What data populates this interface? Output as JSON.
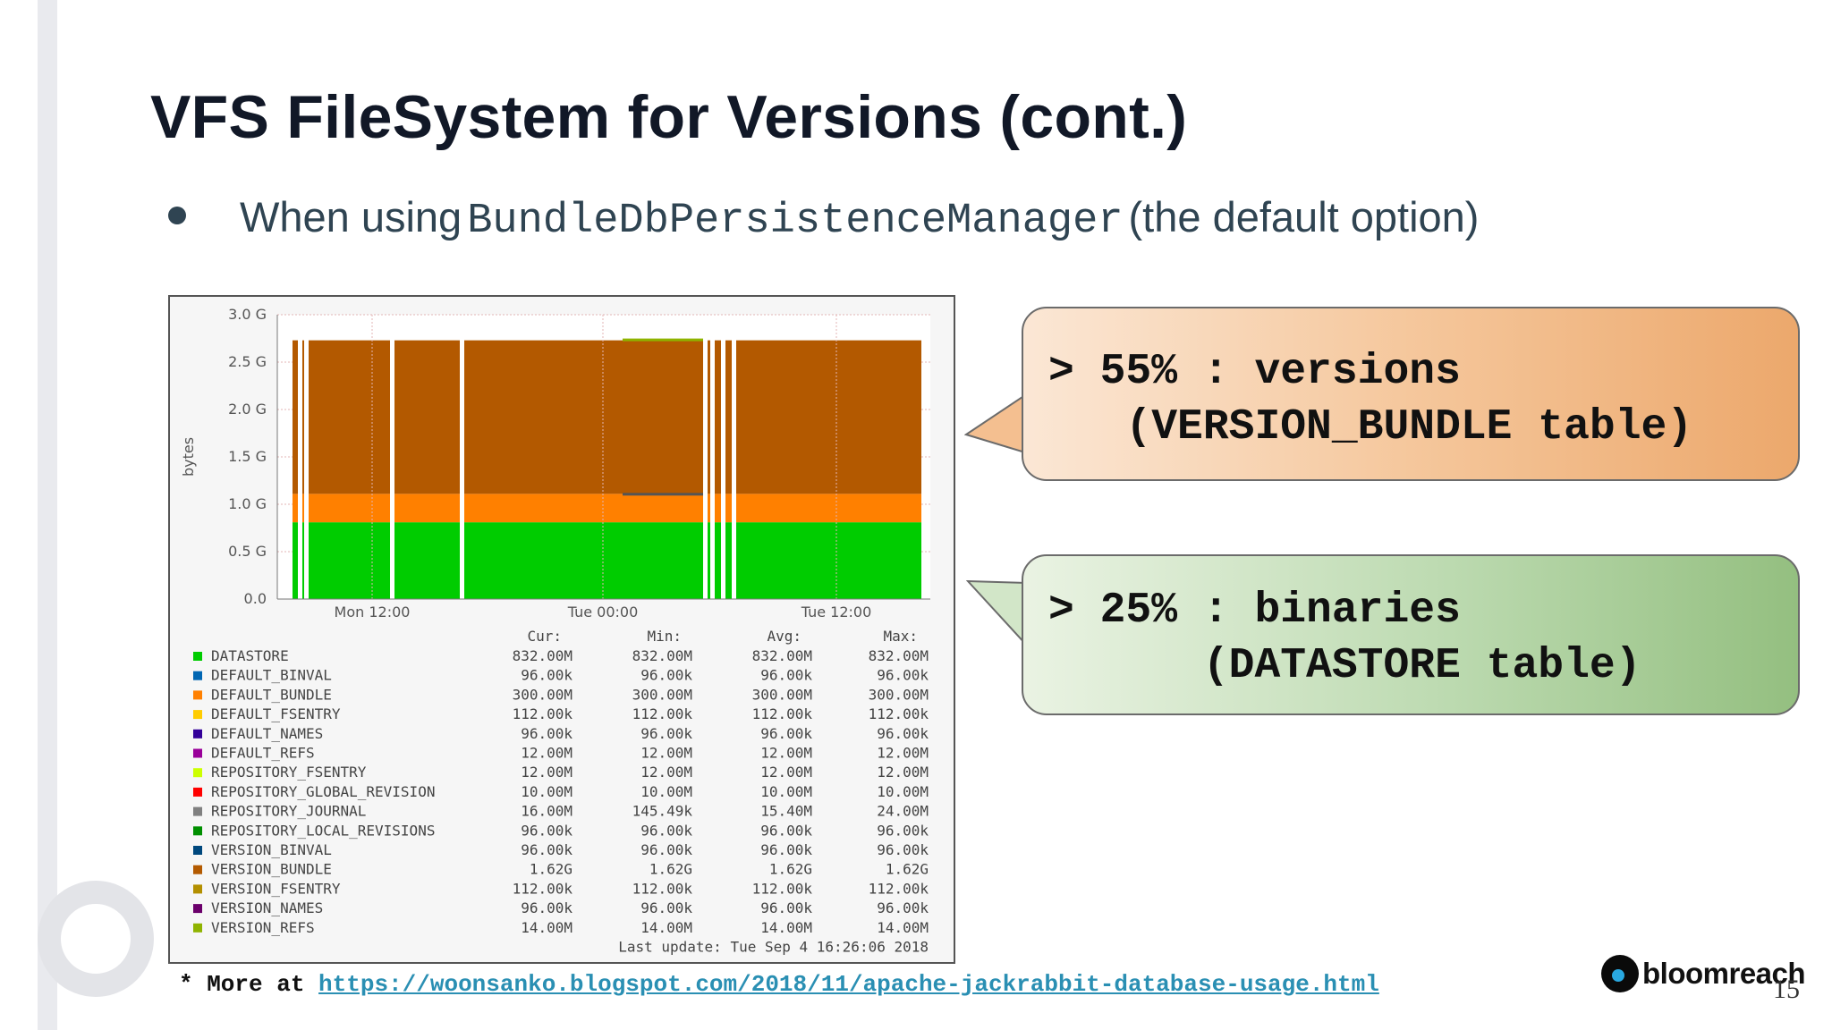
{
  "slide": {
    "title": "VFS FileSystem for Versions (cont.)",
    "bullet_prefix": "When using",
    "bullet_code": "BundleDbPersistenceManager",
    "bullet_suffix": "(the default option)",
    "page_number": "15"
  },
  "callouts": [
    {
      "line1": "> 55% : versions",
      "line2": "   (VERSION_BUNDLE table)",
      "color": "#f0b47c"
    },
    {
      "line1": "> 25% : binaries",
      "line2": "      (DATASTORE table)",
      "color": "#a9cf98"
    }
  ],
  "footer": {
    "prefix": "* More at",
    "link": "https://woonsanko.blogspot.com/2018/11/apache-jackrabbit-database-usage.html"
  },
  "logo": {
    "text": "bloomreach"
  },
  "chart_data": {
    "type": "area",
    "ylabel": "bytes",
    "y_ticks": [
      "0.0",
      "0.5 G",
      "1.0 G",
      "1.5 G",
      "2.0 G",
      "2.5 G",
      "3.0 G"
    ],
    "ylim": [
      0,
      3.0
    ],
    "x_ticks": [
      "Mon 12:00",
      "Tue 00:00",
      "Tue 12:00"
    ],
    "stack": [
      {
        "name": "DATASTORE",
        "value_gb": 0.81,
        "color": "#00cc00"
      },
      {
        "name": "DEFAULT_BUNDLE",
        "value_gb": 0.3,
        "color": "#ff8000"
      },
      {
        "name": "VERSION_BUNDLE",
        "value_gb": 1.62,
        "color": "#b35900"
      }
    ],
    "columns": [
      "Cur:",
      "Min:",
      "Avg:",
      "Max:"
    ],
    "legend": [
      {
        "name": "DATASTORE",
        "color": "#00cc00",
        "cur": "832.00M",
        "min": "832.00M",
        "avg": "832.00M",
        "max": "832.00M"
      },
      {
        "name": "DEFAULT_BINVAL",
        "color": "#0066b3",
        "cur": "96.00k",
        "min": "96.00k",
        "avg": "96.00k",
        "max": "96.00k"
      },
      {
        "name": "DEFAULT_BUNDLE",
        "color": "#ff8000",
        "cur": "300.00M",
        "min": "300.00M",
        "avg": "300.00M",
        "max": "300.00M"
      },
      {
        "name": "DEFAULT_FSENTRY",
        "color": "#ffcc00",
        "cur": "112.00k",
        "min": "112.00k",
        "avg": "112.00k",
        "max": "112.00k"
      },
      {
        "name": "DEFAULT_NAMES",
        "color": "#330099",
        "cur": "96.00k",
        "min": "96.00k",
        "avg": "96.00k",
        "max": "96.00k"
      },
      {
        "name": "DEFAULT_REFS",
        "color": "#990099",
        "cur": "12.00M",
        "min": "12.00M",
        "avg": "12.00M",
        "max": "12.00M"
      },
      {
        "name": "REPOSITORY_FSENTRY",
        "color": "#ccff00",
        "cur": "12.00M",
        "min": "12.00M",
        "avg": "12.00M",
        "max": "12.00M"
      },
      {
        "name": "REPOSITORY_GLOBAL_REVISION",
        "color": "#ff0000",
        "cur": "10.00M",
        "min": "10.00M",
        "avg": "10.00M",
        "max": "10.00M"
      },
      {
        "name": "REPOSITORY_JOURNAL",
        "color": "#808080",
        "cur": "16.00M",
        "min": "145.49k",
        "avg": "15.40M",
        "max": "24.00M"
      },
      {
        "name": "REPOSITORY_LOCAL_REVISIONS",
        "color": "#008f00",
        "cur": "96.00k",
        "min": "96.00k",
        "avg": "96.00k",
        "max": "96.00k"
      },
      {
        "name": "VERSION_BINVAL",
        "color": "#00487d",
        "cur": "96.00k",
        "min": "96.00k",
        "avg": "96.00k",
        "max": "96.00k"
      },
      {
        "name": "VERSION_BUNDLE",
        "color": "#b35a00",
        "cur": "1.62G",
        "min": "1.62G",
        "avg": "1.62G",
        "max": "1.62G"
      },
      {
        "name": "VERSION_FSENTRY",
        "color": "#b38f00",
        "cur": "112.00k",
        "min": "112.00k",
        "avg": "112.00k",
        "max": "112.00k"
      },
      {
        "name": "VERSION_NAMES",
        "color": "#6b006b",
        "cur": "96.00k",
        "min": "96.00k",
        "avg": "96.00k",
        "max": "96.00k"
      },
      {
        "name": "VERSION_REFS",
        "color": "#8fb300",
        "cur": "14.00M",
        "min": "14.00M",
        "avg": "14.00M",
        "max": "14.00M"
      }
    ],
    "last_update": "Last update: Tue Sep  4 16:26:06 2018"
  }
}
